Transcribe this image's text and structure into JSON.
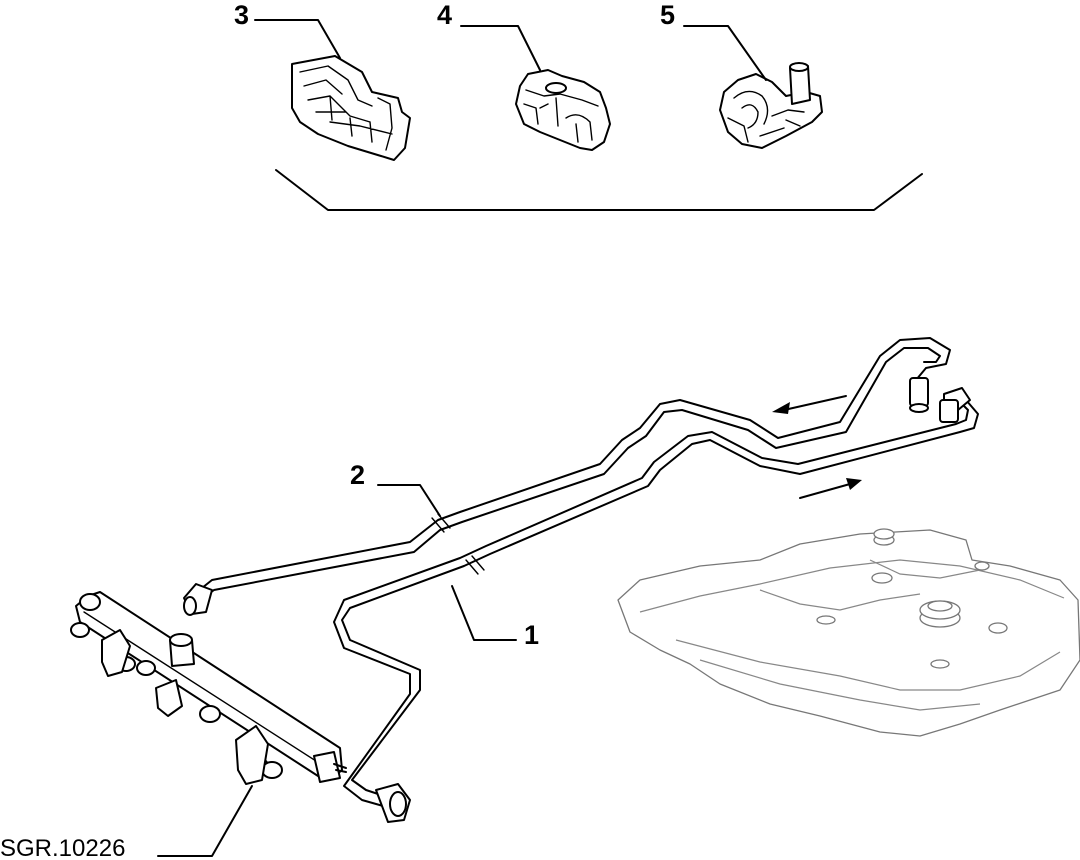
{
  "callouts": {
    "c1": "1",
    "c2": "2",
    "c3": "3",
    "c4": "4",
    "c5": "5"
  },
  "reference_code": "SGR.10226",
  "parts": [
    {
      "callout": "1",
      "icon": "fuel-return-pipe-icon"
    },
    {
      "callout": "2",
      "icon": "fuel-feed-pipe-icon"
    },
    {
      "callout": "3",
      "icon": "pipe-clip-icon"
    },
    {
      "callout": "4",
      "icon": "pipe-retaining-clip-icon"
    },
    {
      "callout": "5",
      "icon": "pipe-bracket-clip-icon"
    }
  ],
  "context_items": [
    "fuel-rail-icon",
    "fuel-tank-icon",
    "flow-arrow-icon"
  ],
  "colors": {
    "line": "#000000",
    "faint": "#777777",
    "background": "#ffffff"
  }
}
